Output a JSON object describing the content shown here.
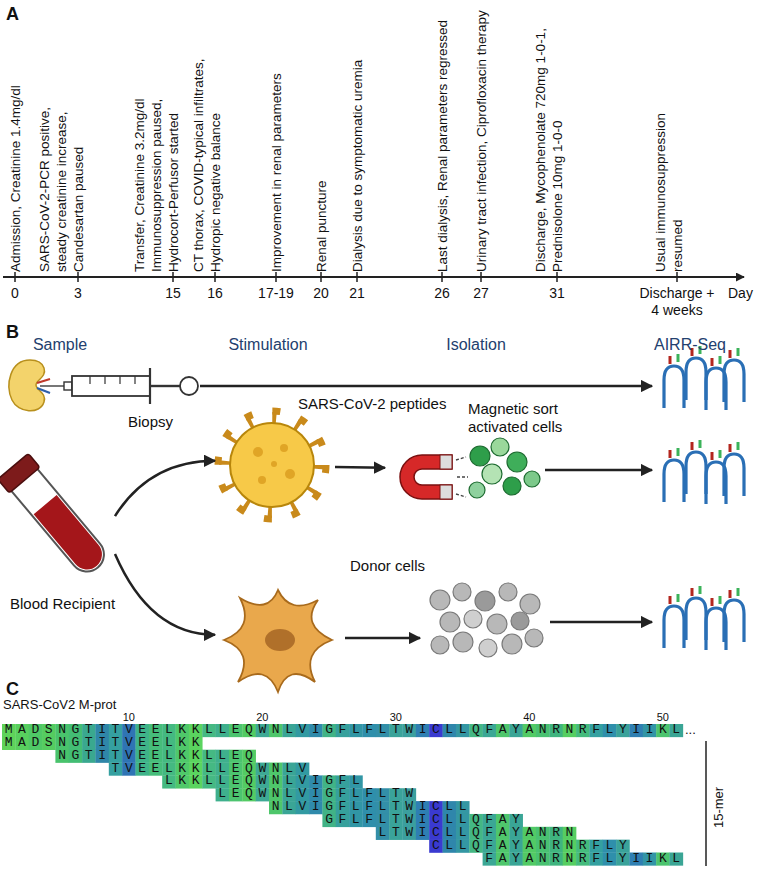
{
  "diagram": {
    "nodes": [
      {
        "text": [
          "Biopsy"
        ]
      },
      {
        "text": [
          "Blood Recipient"
        ]
      },
      {
        "text": [
          "SARS-CoV-2 peptides"
        ]
      },
      {
        "text": [
          "Donor cells"
        ]
      },
      {
        "text": [
          "Magnetic sort activated cells"
        ]
      }
    ],
    "edges": [
      {
        "from": 1,
        "to": 2,
        "arrow": "to"
      },
      {
        "from": 1,
        "to": 3,
        "arrow": "to"
      },
      {
        "from": 2,
        "to": 4,
        "arrow": "to"
      }
    ],
    "labels": [
      "A",
      "Admission, Creatinine 1.4mg/dl",
      "SARS-CoV-2-PCR positive, steady creatinine increase, Candesartan paused",
      "Transfer, Creatinine 3.2mg/dl Immunosuppression paused, Hydrocort-Perfusor started",
      "CT thorax, COVID-typical infiltrates, Hydropic negative balance",
      "Improvement in renal parameters",
      "Renal puncture",
      "Dialysis due to symptomatic uremia",
      "Last dialysis, Renal parameters regressed",
      "Urinary tract infection, Ciprofloxacin therapy",
      "Discharge, Mycophenolate 720mg 1-0-1, Prednisolone 10mg 1-0-0",
      "Usual immunosuppression resumed",
      "0",
      "3",
      "15",
      "16",
      "17-19",
      "20",
      "21",
      "26",
      "27",
      "31",
      "Discharge + 4 weeks",
      "Day",
      "B",
      "Sample",
      "Stimulation",
      "Isolation",
      "AIRR-Seq",
      "C",
      "SARS-CoV2 M-prot",
      "10",
      "20",
      "30",
      "40",
      "50",
      "MADSNGTITVEELKKLLEQWNLVIGFLFLTWICLLQFAYANRNRFLYIIKL",
      "MADSNGTITVEELKK",
      "NGTITVEELKKLLEQ",
      "TVEELKKLLEQWNLV",
      "LKKLLEQWNLVIGFL",
      "LEQWNLVIGFLFLTW",
      "NLVIGFLFLTWICLL",
      "GFLFLTWICLLQFAY",
      "LTWICLLQFAYANRN",
      "CLLQFAYANRNRFLY",
      "FAYANRNRFLYIIKL",
      "...",
      "15-mer"
    ]
  }
}
